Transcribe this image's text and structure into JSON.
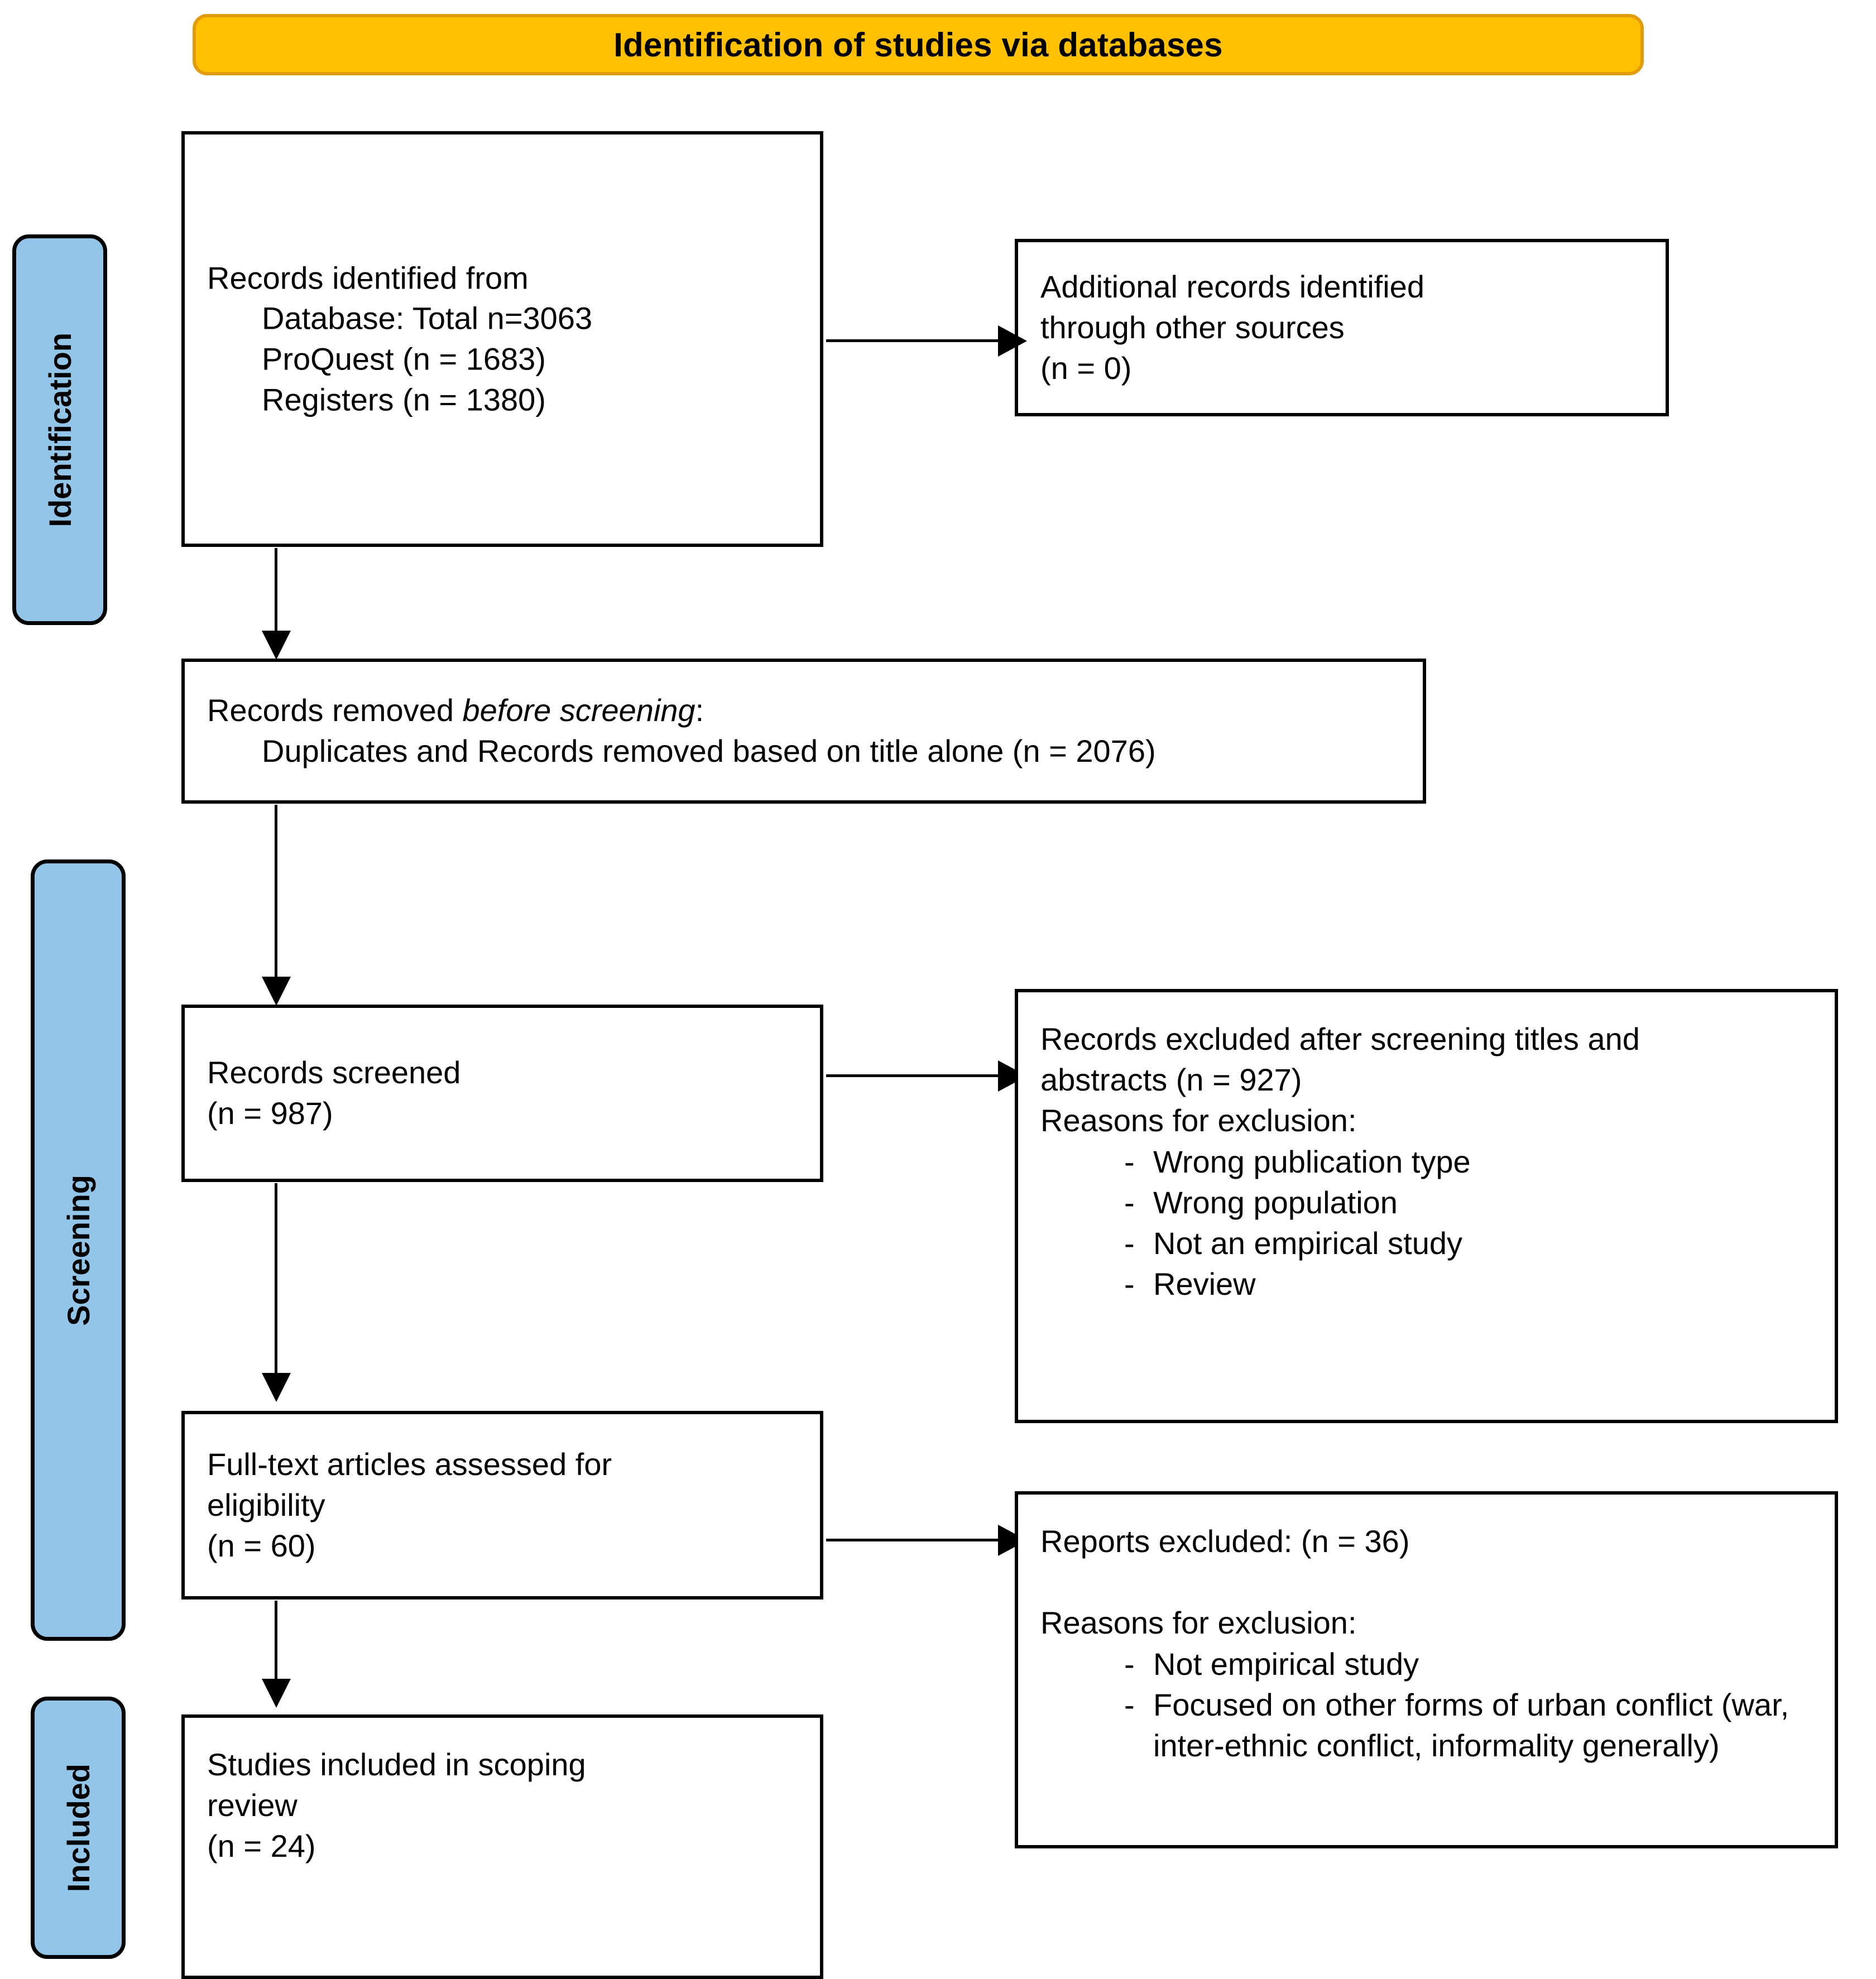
{
  "banner": {
    "title": "Identification of studies via databases"
  },
  "stages": [
    {
      "label": "Identification"
    },
    {
      "label": "Screening"
    },
    {
      "label": "Included"
    }
  ],
  "boxes": {
    "records_identified": {
      "name": "Records identified from",
      "lines": [
        "Records identified from",
        "Database: Total n=3063",
        "ProQuest (n = 1683)",
        "Registers (n = 1380)"
      ]
    },
    "additional_records": {
      "lines": [
        "Additional records identified",
        "through other sources",
        "(n = 0)"
      ]
    },
    "records_removed": {
      "lead": "Records removed ",
      "lead_italic": "before screening",
      "lead_tail": ":",
      "detail": "Duplicates and Records removed based on title alone (n = 2076)"
    },
    "records_screened": {
      "lines": [
        "Records screened",
        "(n = 987)"
      ]
    },
    "records_excluded": {
      "lines": [
        "Records excluded after screening titles and",
        "abstracts (n = 927)",
        "Reasons for exclusion:"
      ],
      "reasons": [
        "Wrong publication type",
        "Wrong population",
        "Not an empirical study",
        "Review"
      ]
    },
    "fulltext_assessed": {
      "lines": [
        "Full-text articles assessed for",
        "eligibility",
        "(n = 60)"
      ]
    },
    "reports_excluded": {
      "heading": "Reports excluded: (n = 36)",
      "subheading": "Reasons for exclusion:",
      "reasons": [
        "Not empirical study",
        "Focused on other forms of urban conflict (war, inter-ethnic conflict, informality generally)"
      ]
    },
    "studies_included": {
      "lines": [
        "Studies included in scoping",
        "review",
        "(n = 24)"
      ]
    }
  },
  "colors": {
    "banner_fill": "#FFC000",
    "banner_border": "#E29B0B",
    "stage_fill": "#92C5E8",
    "outline": "#000000",
    "page_background": "#FFFFFF"
  },
  "chart_data": {
    "type": "diagram",
    "title": "PRISMA flow diagram - Identification of studies via databases",
    "nodes": [
      {
        "id": "identified",
        "stage": "Identification",
        "label": "Records identified from Database: Total n=3063; ProQuest (n = 1683); Registers (n = 1380)",
        "n": 3063
      },
      {
        "id": "additional",
        "stage": "Identification",
        "label": "Additional records identified through other sources (n = 0)",
        "n": 0
      },
      {
        "id": "removed",
        "stage": "Identification",
        "label": "Records removed before screening: Duplicates and Records removed based on title alone (n = 2076)",
        "n": 2076
      },
      {
        "id": "screened",
        "stage": "Screening",
        "label": "Records screened (n = 987)",
        "n": 987
      },
      {
        "id": "excluded_screen",
        "stage": "Screening",
        "label": "Records excluded after screening titles and abstracts (n = 927)",
        "n": 927
      },
      {
        "id": "fulltext",
        "stage": "Screening",
        "label": "Full-text articles assessed for eligibility (n = 60)",
        "n": 60
      },
      {
        "id": "excluded_reports",
        "stage": "Screening",
        "label": "Reports excluded: (n = 36)",
        "n": 36
      },
      {
        "id": "included",
        "stage": "Included",
        "label": "Studies included in scoping review (n = 24)",
        "n": 24
      }
    ],
    "edges": [
      {
        "from": "identified",
        "to": "additional",
        "direction": "right"
      },
      {
        "from": "identified",
        "to": "removed",
        "direction": "down"
      },
      {
        "from": "removed",
        "to": "screened",
        "direction": "down"
      },
      {
        "from": "screened",
        "to": "excluded_screen",
        "direction": "right"
      },
      {
        "from": "screened",
        "to": "fulltext",
        "direction": "down"
      },
      {
        "from": "fulltext",
        "to": "excluded_reports",
        "direction": "right"
      },
      {
        "from": "fulltext",
        "to": "included",
        "direction": "down"
      }
    ]
  }
}
